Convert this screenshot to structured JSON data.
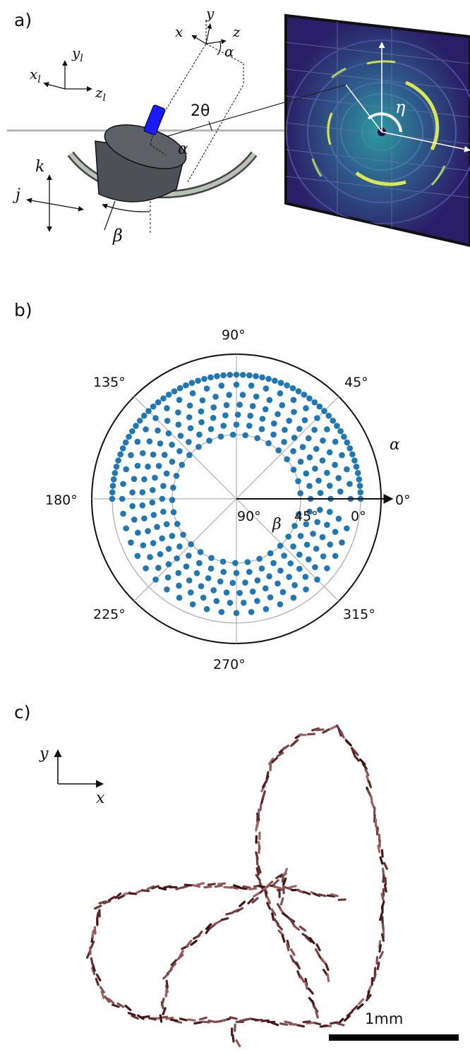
{
  "panel_a": {
    "label": "a)",
    "lab_axes": {
      "x": "x",
      "x_sub": "l",
      "y": "y",
      "y_sub": "l",
      "z": "z",
      "z_sub": "l"
    },
    "sample_axes": {
      "x": "x",
      "y": "y",
      "z": "z"
    },
    "stage_axes": {
      "j": "j",
      "k": "k"
    },
    "angles": {
      "two_theta": "2θ",
      "alpha_top": "α",
      "alpha_sample": "α",
      "beta": "β",
      "eta": "η"
    },
    "colors": {
      "beam": "#b5b5b5",
      "sample": "#5e6068",
      "pin": "#1a1aff",
      "detector_bg": "#2a1f66",
      "ring": "#d9e84a",
      "arc": "#b8c3b8"
    }
  },
  "panel_b": {
    "label": "b)",
    "angle_labels": [
      "0°",
      "45°",
      "90°",
      "135°",
      "180°",
      "225°",
      "270°",
      "315°"
    ],
    "radial_labels": [
      "90°",
      "45°",
      "0°"
    ],
    "radial_axis_name": "β",
    "angular_axis_name": "α",
    "colors": {
      "points": "#1f77b4",
      "grid": "#b0b0b0"
    },
    "chart_data": {
      "type": "scatter",
      "coordinate_system": "polar",
      "angular_axis": "α",
      "radial_axis": "β",
      "radial_ticks": [
        "90°",
        "45°",
        "0°"
      ],
      "radial_range_deg": [
        90,
        0
      ],
      "rings": [
        {
          "beta": 0,
          "alpha_start": 0,
          "alpha_step": 3,
          "alpha_end": 180
        },
        {
          "beta": 8,
          "alpha_start": 0,
          "alpha_step": 7.5,
          "alpha_end": 352
        },
        {
          "beta": 16,
          "alpha_start": 4,
          "alpha_step": 7.5,
          "alpha_end": 356
        },
        {
          "beta": 24,
          "alpha_start": 0,
          "alpha_step": 8,
          "alpha_end": 352
        },
        {
          "beta": 32,
          "alpha_start": 4,
          "alpha_step": 8.5,
          "alpha_end": 356
        },
        {
          "beta": 40,
          "alpha_start": 0,
          "alpha_step": 10,
          "alpha_end": 350
        },
        {
          "beta": 48,
          "alpha_start": 5,
          "alpha_step": 11,
          "alpha_end": 355
        }
      ]
    }
  },
  "panel_c": {
    "label": "c)",
    "axes": {
      "x": "x",
      "y": "y"
    },
    "scale_bar": "1mm",
    "colors": {
      "dark": "#3a0d0d",
      "light": "#c27e7e",
      "highlight": "#ff1a1a"
    }
  }
}
